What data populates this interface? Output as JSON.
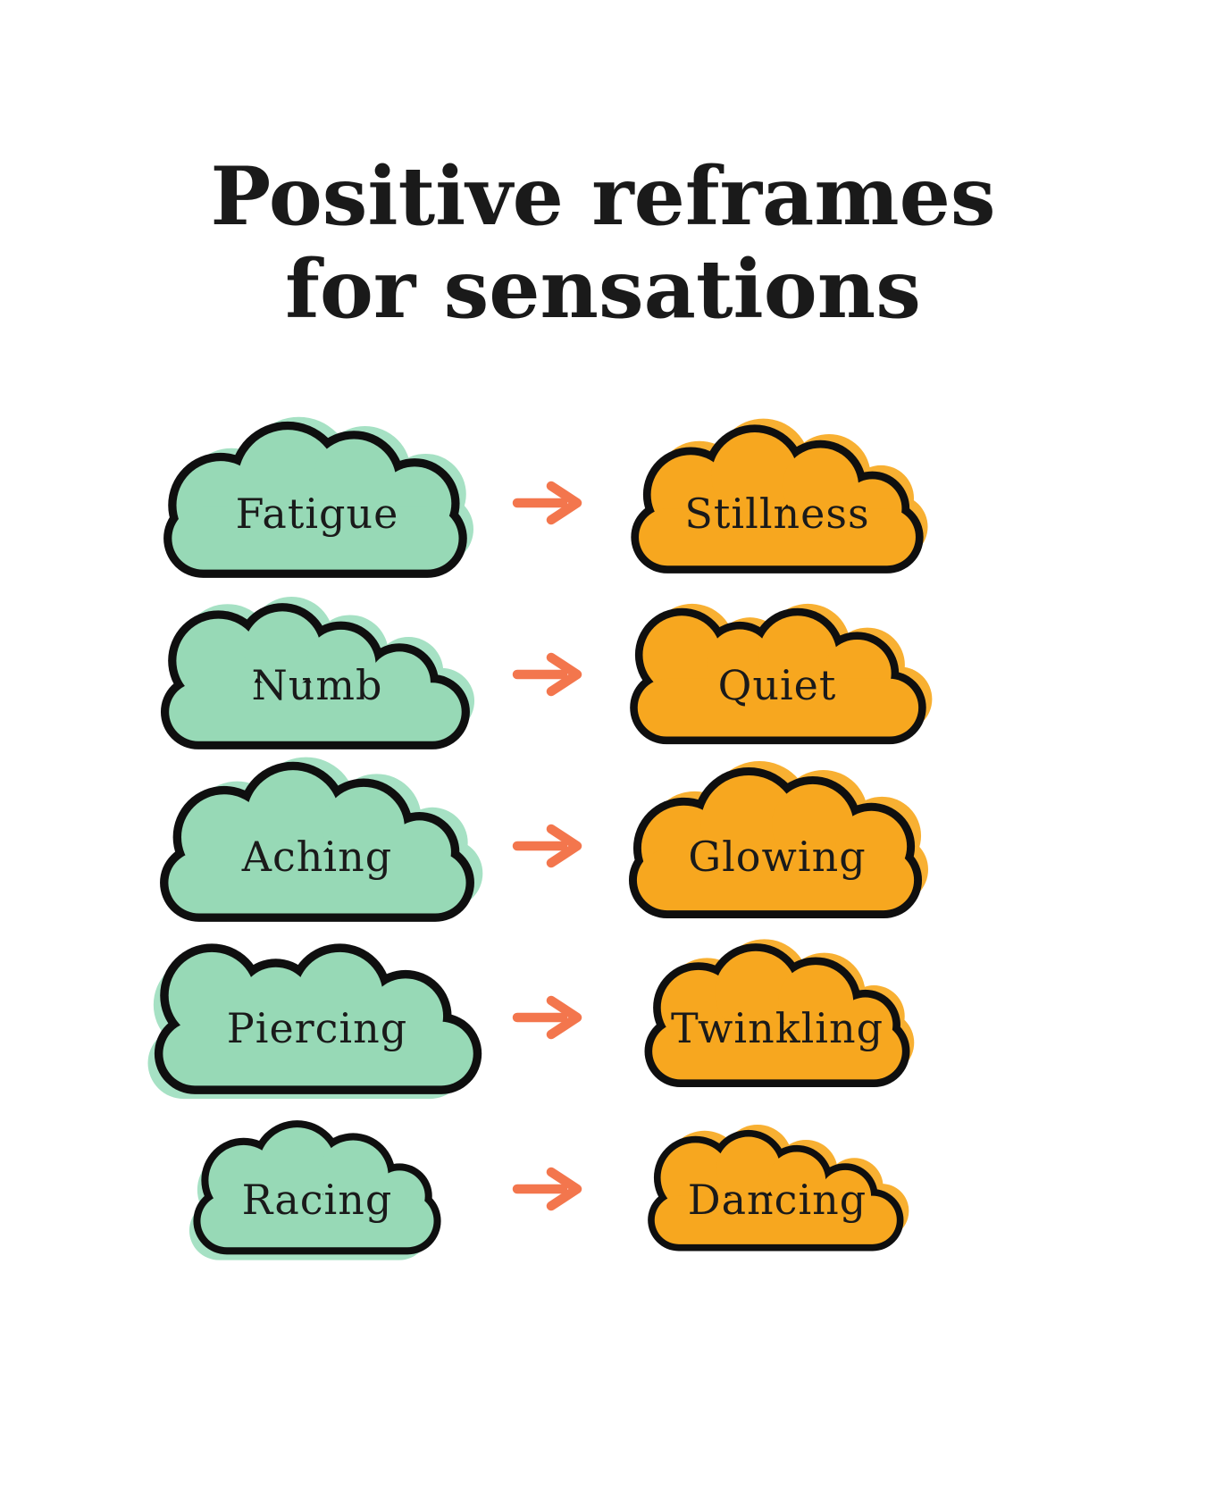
{
  "title": {
    "line1": "Positive reframes",
    "line2": "for sensations"
  },
  "rows": [
    {
      "from": "Fatigue",
      "to": "Stillness"
    },
    {
      "from": "Numb",
      "to": "Quiet"
    },
    {
      "from": "Aching",
      "to": "Glowing"
    },
    {
      "from": "Piercing",
      "to": "Twinkling"
    },
    {
      "from": "Racing",
      "to": "Dancing"
    }
  ],
  "icons": [
    {
      "name": "arrow-right-icon",
      "glyph": "→"
    }
  ],
  "colors": {
    "background": "#FFFFFF",
    "text": "#1A1A1A",
    "outline": "#0F0F0F",
    "green": "#97D9B6",
    "green_shadow": "#A6E1C4",
    "orange": "#F7A71F",
    "orange_shadow": "#F8B032",
    "arrow": "#F3764D"
  }
}
